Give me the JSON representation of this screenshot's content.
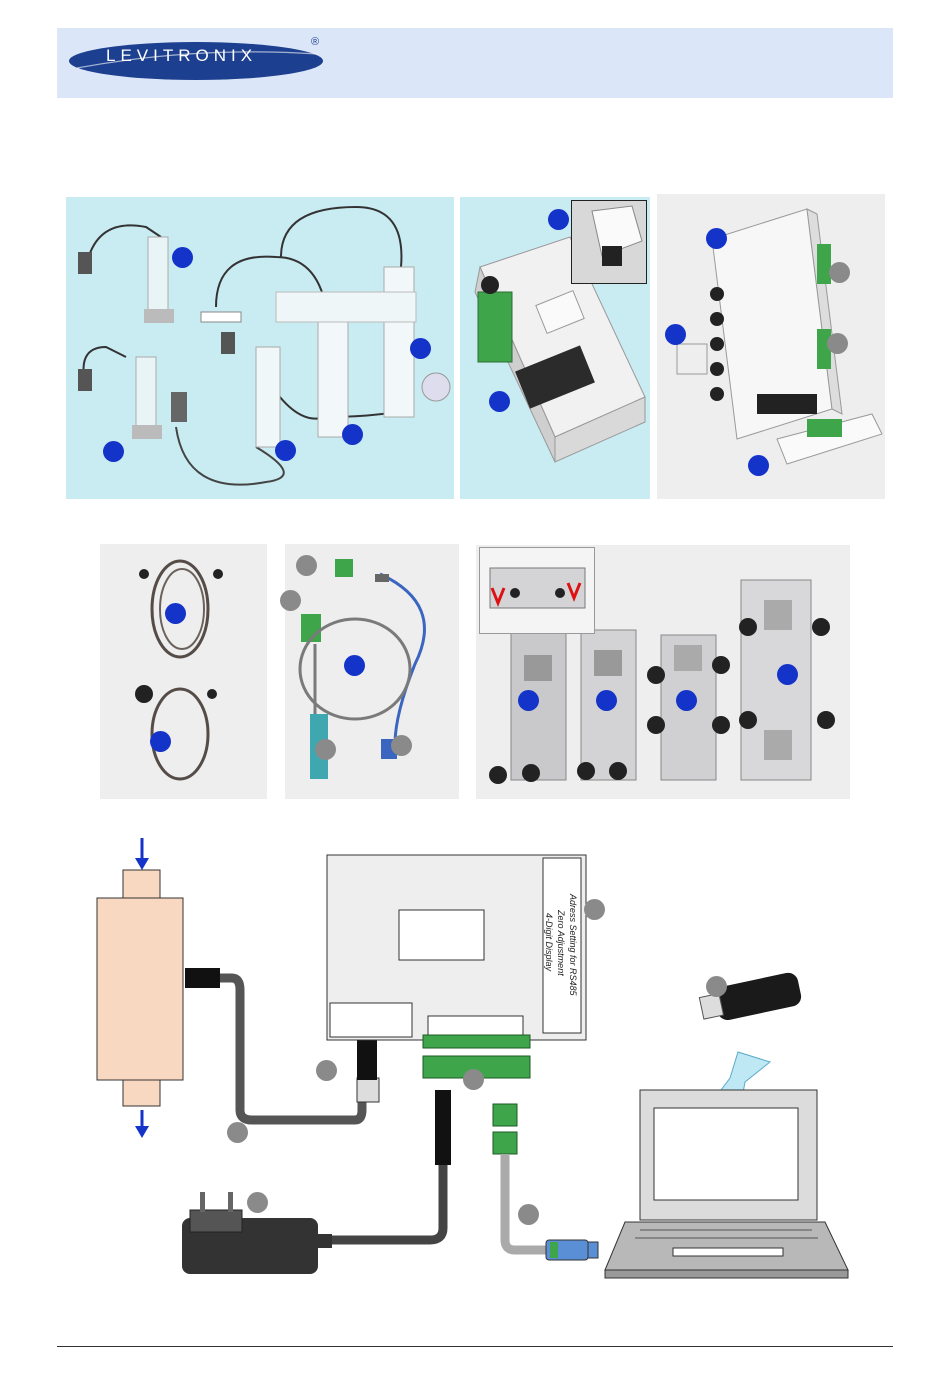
{
  "brand": {
    "logo_text": "LEVITRONIX",
    "registered_mark": "®",
    "colors": {
      "header_bg": "#dbe6f8",
      "logo_blue": "#1d3f8f",
      "badge_blue": "#1433c8",
      "badge_gray": "#8a8a8a",
      "panel_cyan": "#c9ecf3"
    }
  },
  "diagram": {
    "display_labels": [
      "4-Digit Display",
      "Zero Adjustment",
      "Adress Setting for RS485"
    ]
  }
}
